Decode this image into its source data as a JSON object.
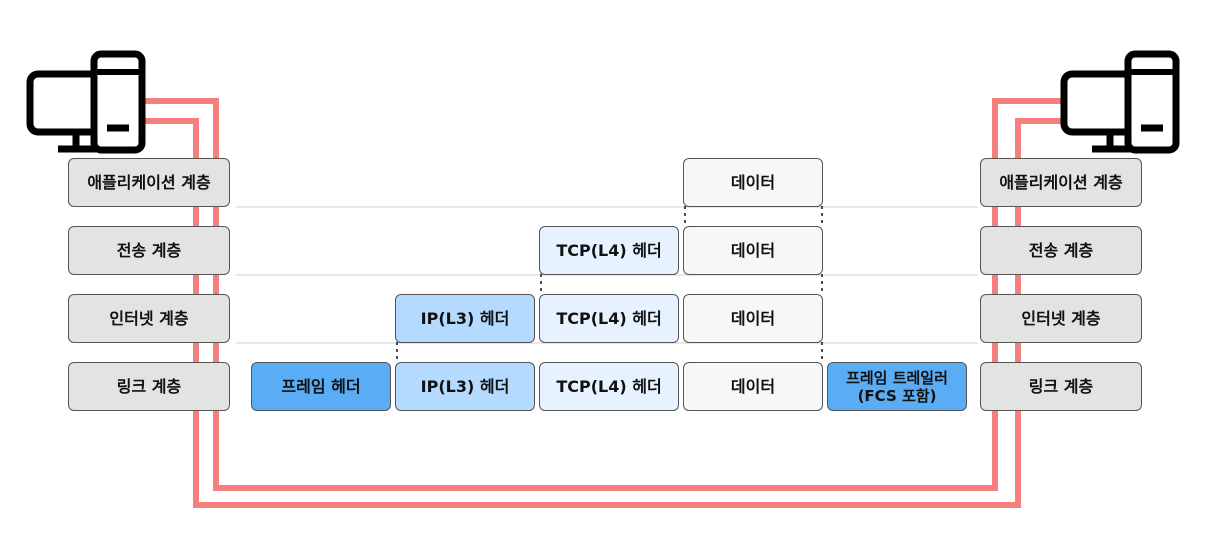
{
  "left_stack": {
    "layers": [
      "애플리케이션 계층",
      "전송 계층",
      "인터넷 계층",
      "링크 계층"
    ]
  },
  "right_stack": {
    "layers": [
      "애플리케이션 계층",
      "전송 계층",
      "인터넷 계층",
      "링크 계층"
    ]
  },
  "encapsulation": {
    "data": "데이터",
    "tcp_header": "TCP(L4) 헤더",
    "ip_header": "IP(L3) 헤더",
    "frame_header": "프레임 헤더",
    "frame_trailer_line1": "프레임 트레일러",
    "frame_trailer_line2": "(FCS 포함)"
  },
  "colors": {
    "cable": "#f47f7f",
    "layer_box": "#e3e3e3",
    "data_box": "#f7f7f7",
    "tcp_header": "#e6f2ff",
    "ip_header": "#b5daff",
    "frame_box": "#5aacf5"
  },
  "icons": {
    "left_host": "desktop-computer-icon",
    "right_host": "desktop-computer-icon"
  }
}
